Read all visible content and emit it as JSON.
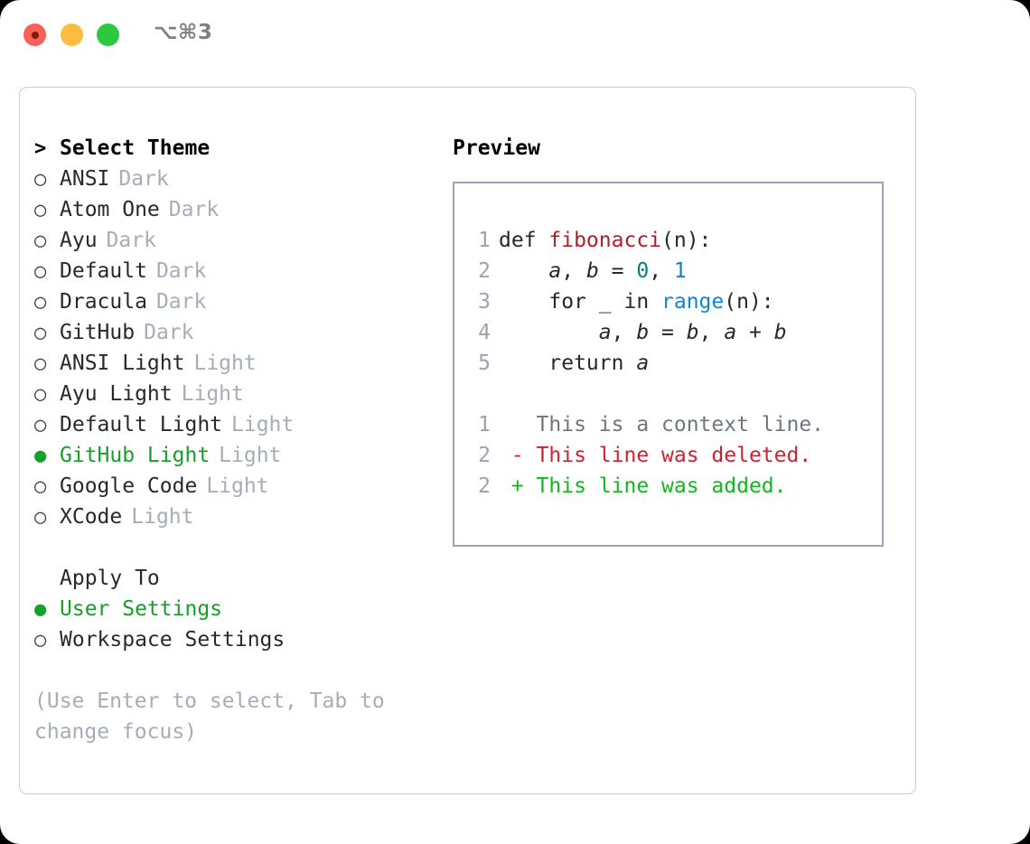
{
  "titlebar": {
    "shortcut": "⌥⌘3",
    "buttons": [
      {
        "name": "close",
        "color": "#fb6058"
      },
      {
        "name": "minimize",
        "color": "#fcbc40"
      },
      {
        "name": "zoom",
        "color": "#2bc840"
      }
    ]
  },
  "colors": {
    "selected_green": "#16a02a",
    "muted": "#a6adb8",
    "border": "#9ba4b4",
    "frame_border": "#c9ccd1",
    "diff_add": "#10b81f",
    "diff_del": "#cf222e",
    "diff_ctx": "#6e7781"
  },
  "theme_picker": {
    "caret": ">",
    "heading": "Select Theme",
    "radio_off": "○",
    "radio_on": "●",
    "items": [
      {
        "label": "ANSI",
        "badge": "Dark",
        "selected": false
      },
      {
        "label": "Atom One",
        "badge": "Dark",
        "selected": false
      },
      {
        "label": "Ayu",
        "badge": "Dark",
        "selected": false
      },
      {
        "label": "Default",
        "badge": "Dark",
        "selected": false
      },
      {
        "label": "Dracula",
        "badge": "Dark",
        "selected": false
      },
      {
        "label": "GitHub",
        "badge": "Dark",
        "selected": false
      },
      {
        "label": "ANSI Light",
        "badge": "Light",
        "selected": false
      },
      {
        "label": "Ayu Light",
        "badge": "Light",
        "selected": false
      },
      {
        "label": "Default Light",
        "badge": "Light",
        "selected": false
      },
      {
        "label": "GitHub Light",
        "badge": "Light",
        "selected": true
      },
      {
        "label": "Google Code",
        "badge": "Light",
        "selected": false
      },
      {
        "label": "XCode",
        "badge": "Light",
        "selected": false
      }
    ]
  },
  "apply_to": {
    "heading": "Apply To",
    "options": [
      {
        "label": "User Settings",
        "selected": true
      },
      {
        "label": "Workspace Settings",
        "selected": false
      }
    ]
  },
  "hint": "(Use Enter to select, Tab to change focus)",
  "preview": {
    "title": "Preview",
    "code_lines": [
      {
        "no": "1",
        "tokens": [
          {
            "t": "def ",
            "c": "tok-def"
          },
          {
            "t": "fibonacci",
            "c": "tok-fn"
          },
          {
            "t": "(n):",
            "c": "tok-plain"
          }
        ]
      },
      {
        "no": "2",
        "tokens": [
          {
            "t": "    ",
            "c": "tok-plain"
          },
          {
            "t": "a",
            "c": "tok-var"
          },
          {
            "t": ", ",
            "c": "tok-plain"
          },
          {
            "t": "b",
            "c": "tok-var"
          },
          {
            "t": " = ",
            "c": "tok-plain"
          },
          {
            "t": "0",
            "c": "tok-num0"
          },
          {
            "t": ", ",
            "c": "tok-plain"
          },
          {
            "t": "1",
            "c": "tok-num1"
          }
        ]
      },
      {
        "no": "3",
        "tokens": [
          {
            "t": "    for _ in ",
            "c": "tok-plain"
          },
          {
            "t": "range",
            "c": "tok-call"
          },
          {
            "t": "(n):",
            "c": "tok-plain"
          }
        ]
      },
      {
        "no": "4",
        "tokens": [
          {
            "t": "        ",
            "c": "tok-plain"
          },
          {
            "t": "a",
            "c": "tok-var"
          },
          {
            "t": ", ",
            "c": "tok-plain"
          },
          {
            "t": "b",
            "c": "tok-var"
          },
          {
            "t": " = ",
            "c": "tok-plain"
          },
          {
            "t": "b",
            "c": "tok-var"
          },
          {
            "t": ", ",
            "c": "tok-plain"
          },
          {
            "t": "a",
            "c": "tok-var"
          },
          {
            "t": " + ",
            "c": "tok-plain"
          },
          {
            "t": "b",
            "c": "tok-var"
          }
        ]
      },
      {
        "no": "5",
        "tokens": [
          {
            "t": "    return ",
            "c": "tok-plain"
          },
          {
            "t": "a",
            "c": "tok-var"
          }
        ]
      }
    ],
    "diff_lines": [
      {
        "no": "1",
        "sign": " ",
        "text": "This is a context line.",
        "kind": "d-ctx"
      },
      {
        "no": "2",
        "sign": "-",
        "text": "This line was deleted.",
        "kind": "d-del"
      },
      {
        "no": "2",
        "sign": "+",
        "text": "This line was added.",
        "kind": "d-add"
      }
    ]
  }
}
